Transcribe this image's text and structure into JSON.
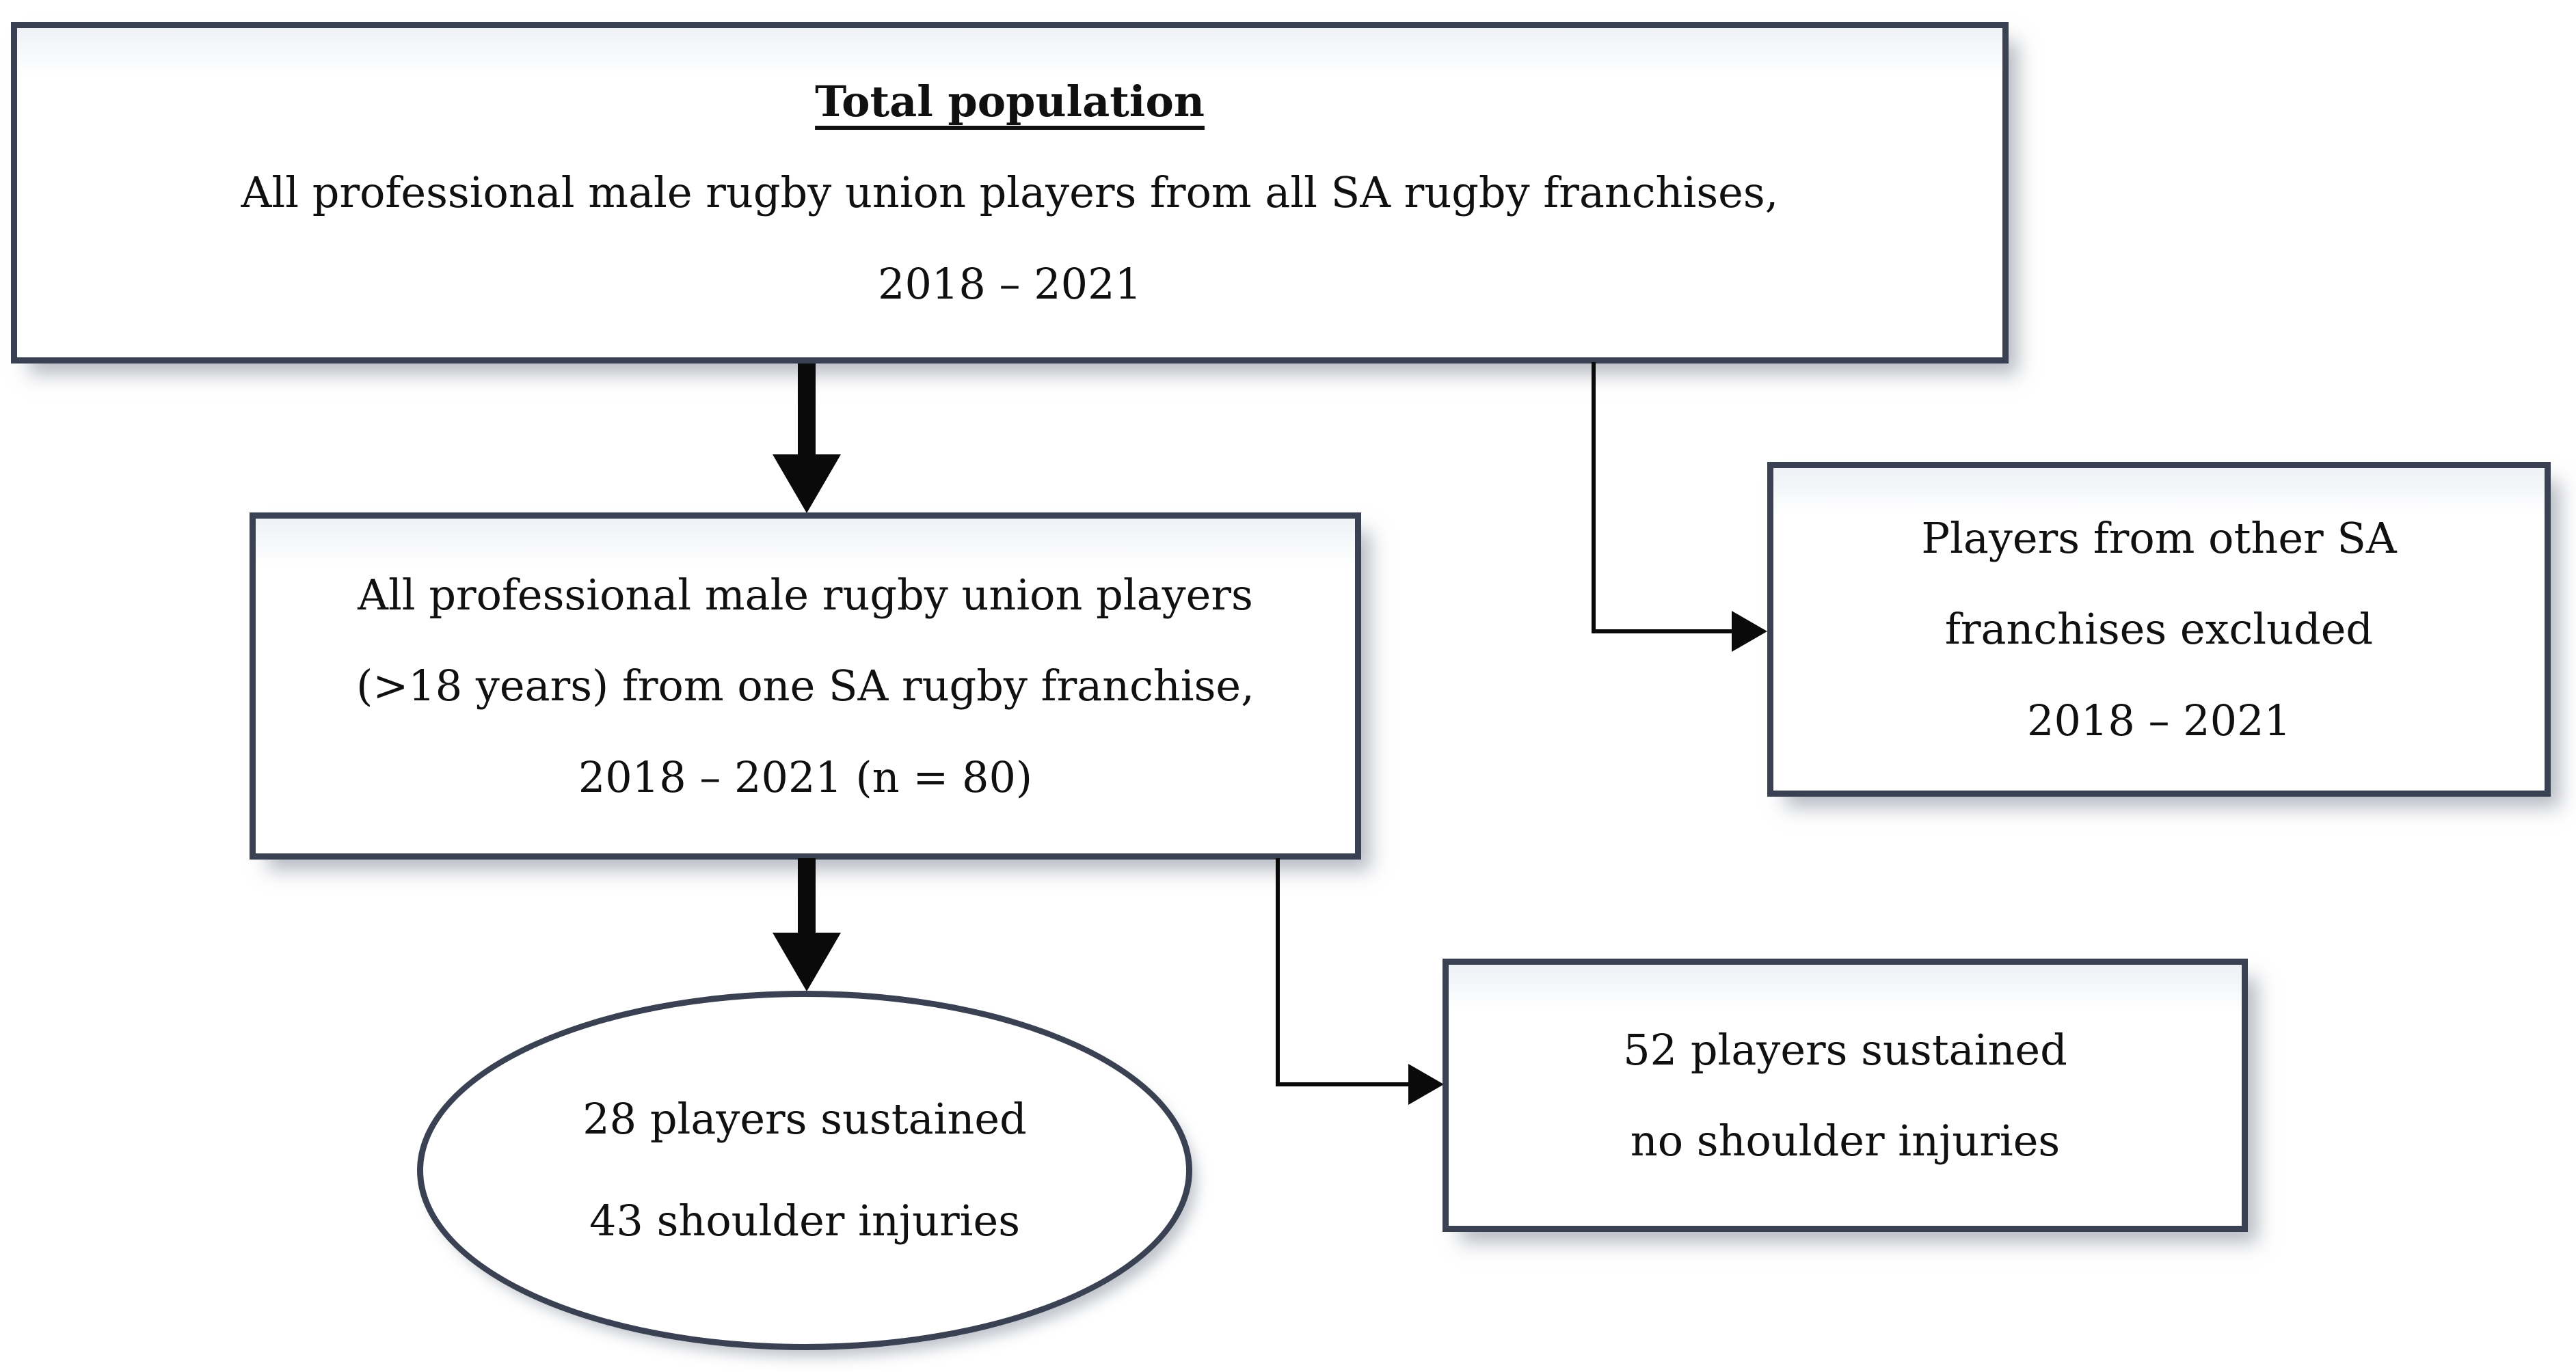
{
  "figure": {
    "type": "flowchart",
    "nodes": {
      "total": {
        "title": "Total population",
        "lines": [
          "All professional male rugby union players from all SA rugby franchises,",
          "2018 – 2021"
        ]
      },
      "franchise": {
        "lines": [
          "All professional male rugby union players",
          "(>18 years) from one SA rugby franchise,",
          "2018 – 2021 (n = 80)"
        ]
      },
      "excluded": {
        "lines": [
          "Players from other SA",
          "franchises excluded",
          "2018 – 2021"
        ]
      },
      "no_injuries": {
        "lines": [
          "52 players sustained",
          "no shoulder injuries"
        ]
      },
      "injured": {
        "lines": [
          "28 players sustained",
          "43 shoulder injuries"
        ]
      }
    },
    "edges": [
      {
        "from": "total",
        "to": "franchise",
        "style": "thick-down-arrow"
      },
      {
        "from": "total",
        "to": "excluded",
        "style": "thin-elbow-right-arrow"
      },
      {
        "from": "franchise",
        "to": "injured",
        "style": "thick-down-arrow"
      },
      {
        "from": "franchise",
        "to": "no_injuries",
        "style": "thin-elbow-right-arrow"
      }
    ],
    "colors": {
      "shape_border": "#3a4152",
      "shape_fill": "#ffffff",
      "shape_fill_top": "#eef1f6",
      "connector": "#0a0a0a",
      "text": "#101010",
      "shadow": "rgba(113,122,140,0.5)",
      "background": "#ffffff"
    }
  }
}
